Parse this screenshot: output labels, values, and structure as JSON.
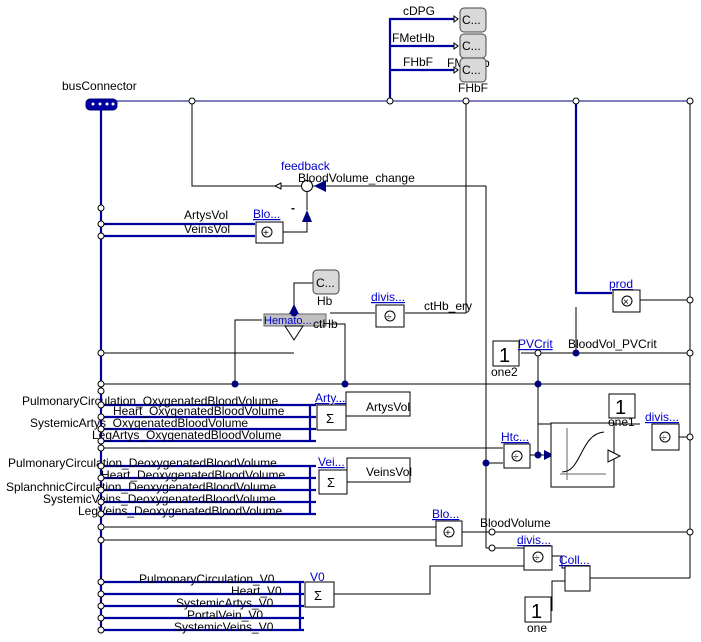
{
  "labels": {
    "bus": "busConnector",
    "cDPG": "cDPG",
    "FMetHb": "FMetHb",
    "FHbF": "FHbF",
    "FHbF_bottom": "FHbF",
    "FMetHb_behind": "FMetHb",
    "c1": "C...",
    "c2": "C...",
    "c3": "C...",
    "feedback": "feedback",
    "bv_change": "BloodVolume_change",
    "minus": "-",
    "artysVol_in": "ArtysVol",
    "veinsVol_in": "VeinsVol",
    "blo1": "Blo...",
    "hbConst": "C...",
    "hb": "Hb",
    "hemato": "Hemato...",
    "ctHb": "ctHb",
    "divis1": "divis...",
    "ctHb_ery": "ctHb_ery",
    "one2_val": "1",
    "one2": "one2",
    "pvcrit": "PVCrit",
    "bloodVol_pvcrit": "BloodVol_PVCrit",
    "prod": "prod",
    "arty_block": "Arty...",
    "artysVol_out": "ArtysVol",
    "sigma": "Σ",
    "vei_block": "Vei...",
    "veinsVol_out": "VeinsVol",
    "htc": "Htc...",
    "one1_val": "1",
    "one1": "one1",
    "divis2": "divis...",
    "blo2": "Blo...",
    "bloodVolume": "BloodVolume",
    "divis3": "divis...",
    "coll": "Coll...",
    "one_val": "1",
    "one": "one",
    "v0": "V0"
  },
  "oxygenated": [
    "PulmonaryCirculation_OxygenatedBloodVolume",
    "Heart_OxygenatedBloodVolume",
    "SystemicArtys_OxygenatedBloodVolume",
    "LegArtys_OxygenatedBloodVolume"
  ],
  "deoxygenated": [
    "PulmonaryCirculation_DeoxygenatedBloodVolume",
    "Heart_DeoxygenatedBloodVolume",
    "SplanchnicCirculation_DeoxygenatedBloodVolume",
    "SystemicVeins_DeoxygenatedBloodVolume",
    "LegVeins_DeoxygenatedBloodVolume"
  ],
  "v0_inputs": [
    "PulmonaryCirculation_V0",
    "Heart_V0",
    "SystemicArtys_V0",
    "PortalVein_V0",
    "SystemicVeins_V0"
  ],
  "colors": {
    "bus": "#00007f",
    "label_blue": "#0000cc",
    "wire_black": "#000000",
    "block_gray": "#d9d9d9"
  },
  "icons": {
    "bus": "bus-connector-icon",
    "gain": "gain-icon",
    "sum": "sum-icon",
    "product": "multiply-icon",
    "divide": "divide-icon",
    "constant": "constant-icon",
    "curve": "curve-icon"
  }
}
